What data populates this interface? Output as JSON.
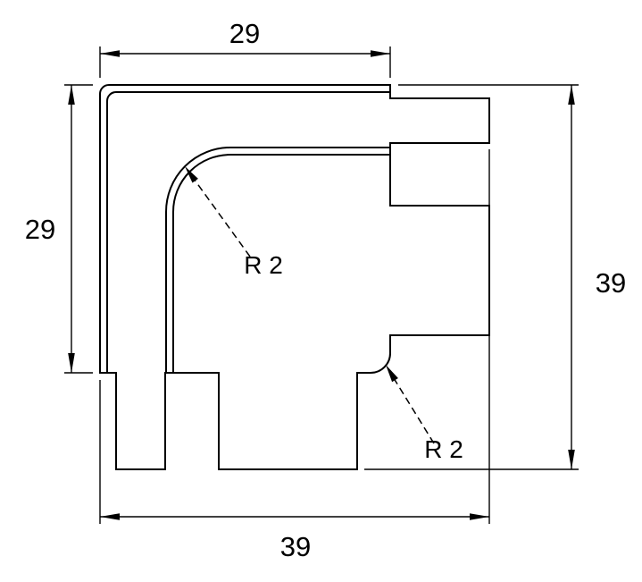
{
  "drawing": {
    "background_color": "#ffffff",
    "line_color": "#000000",
    "dimensions": {
      "top_width": "29",
      "left_height": "29",
      "right_height": "39",
      "bottom_width": "39"
    },
    "callouts": {
      "radius_upper": "R 2",
      "radius_lower": "R 2"
    }
  }
}
